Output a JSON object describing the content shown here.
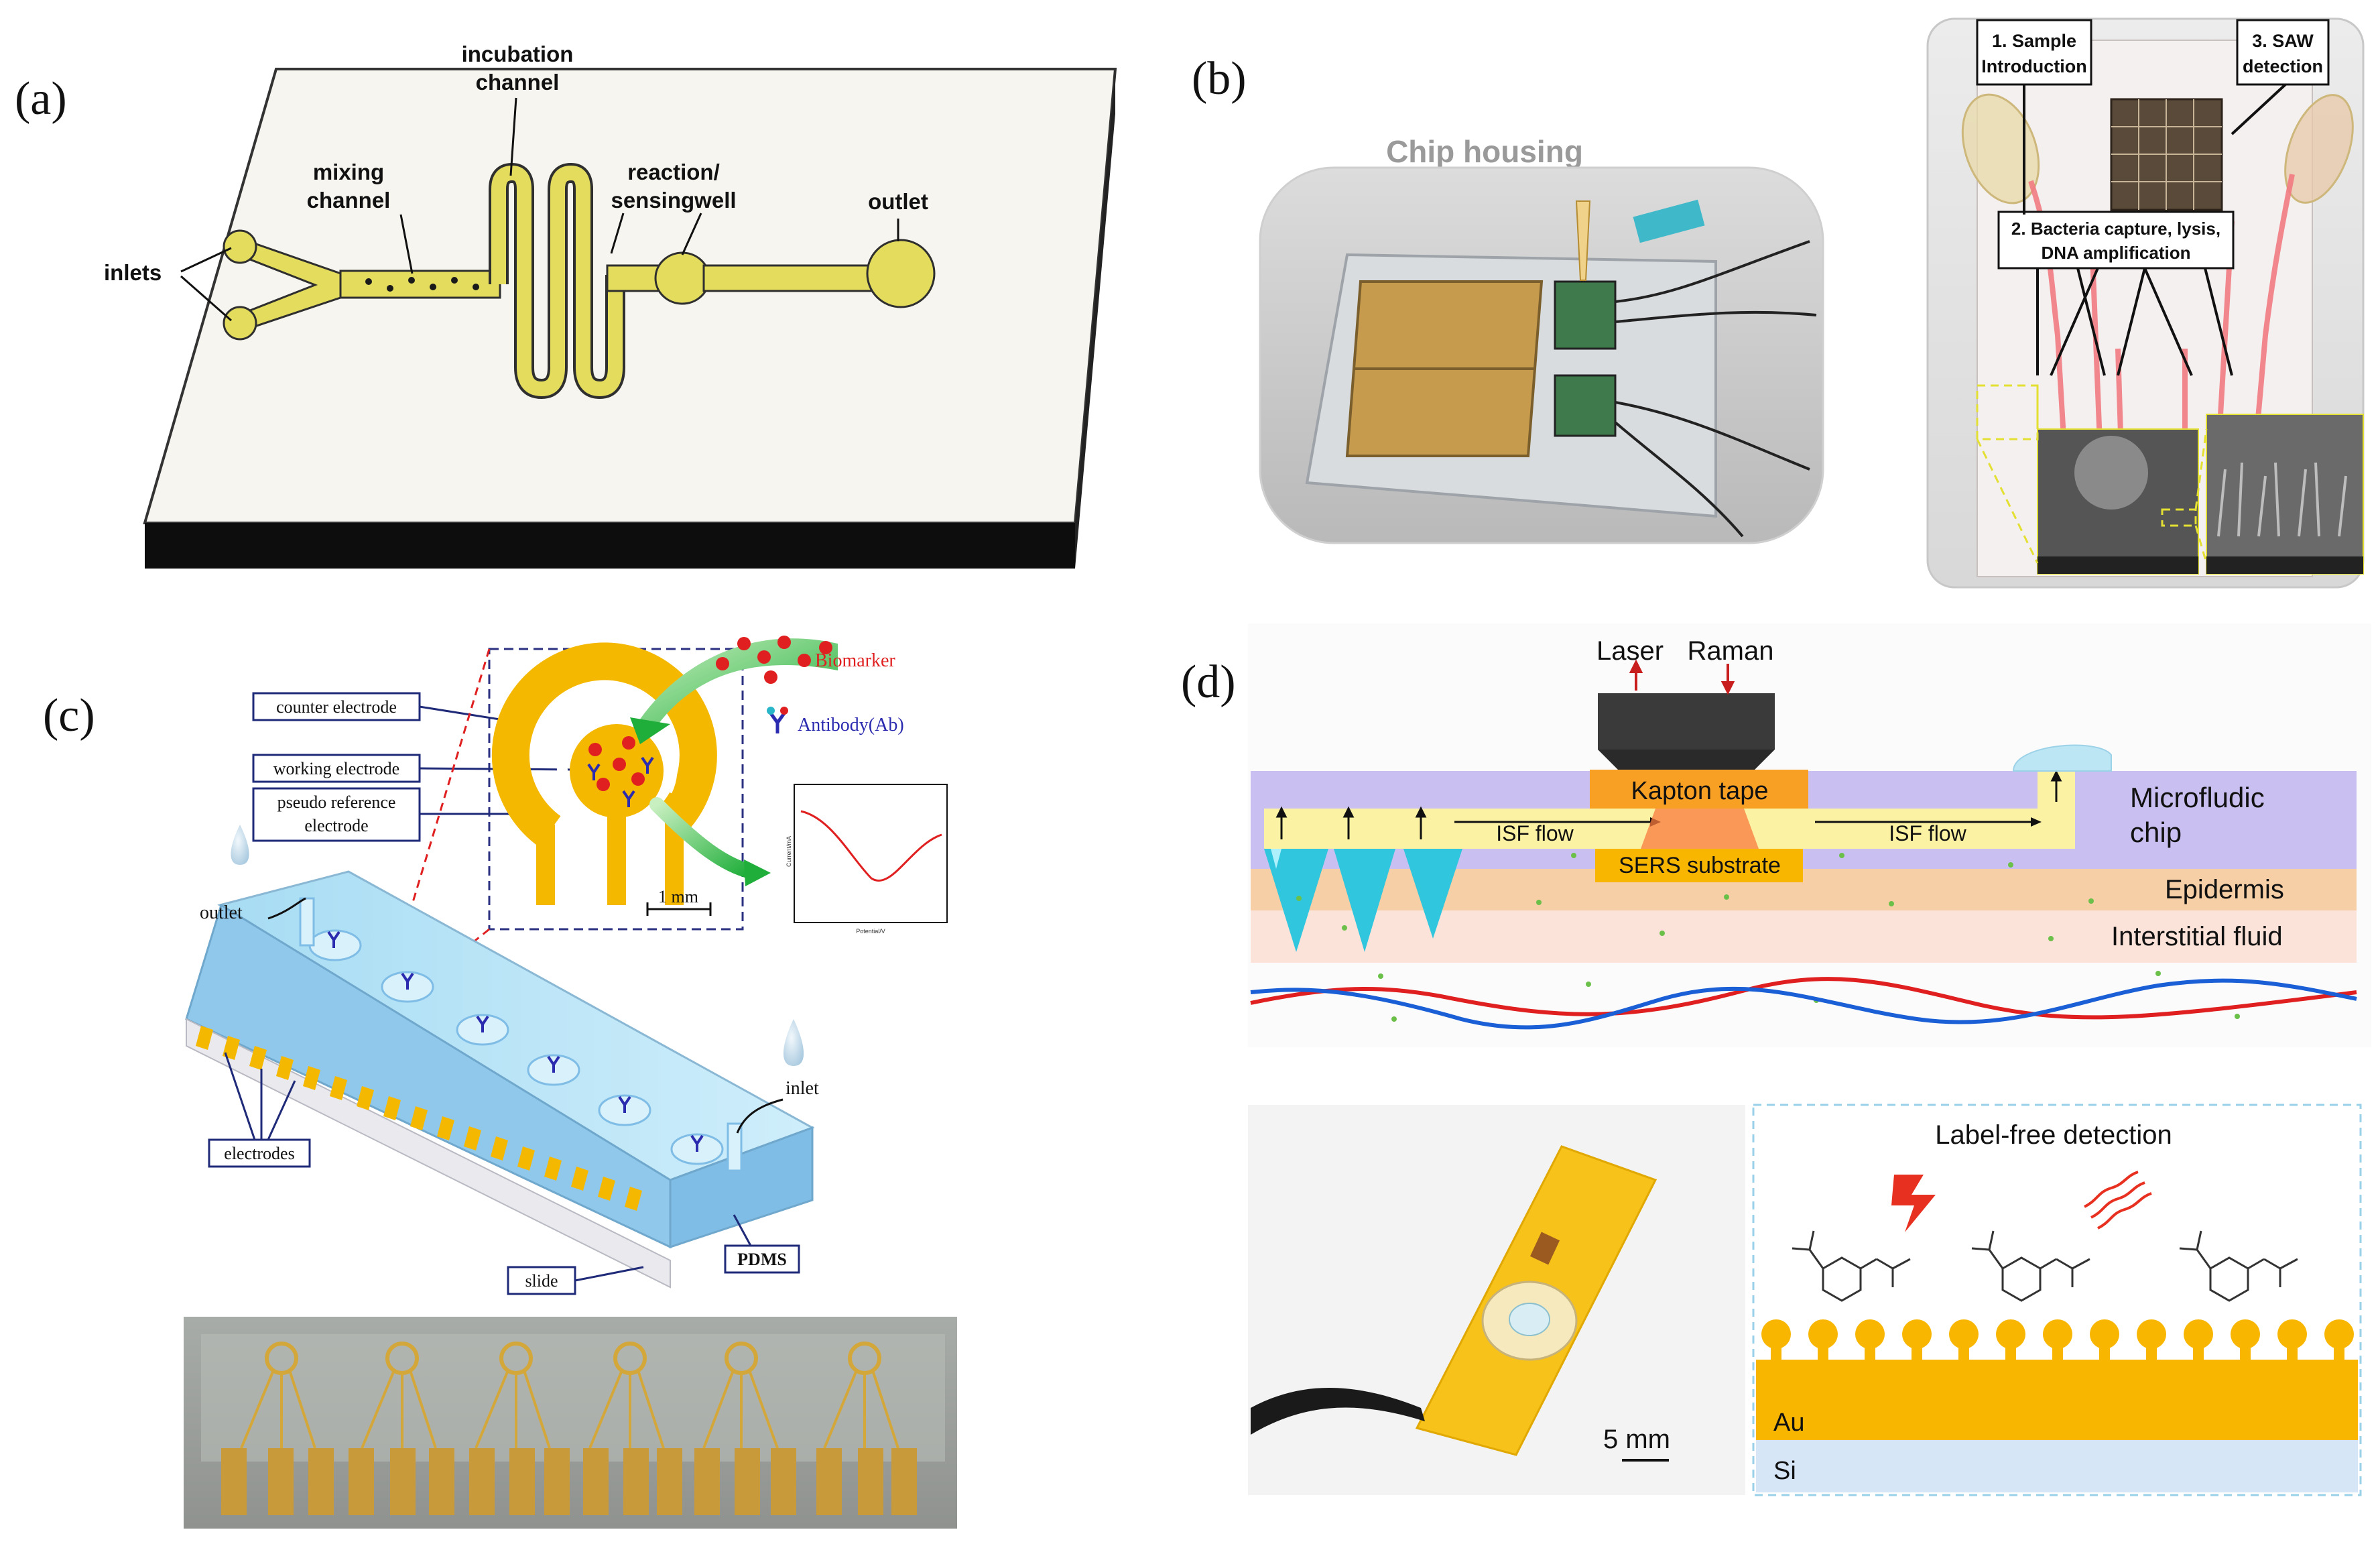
{
  "panels": {
    "a": {
      "letter": "(a)",
      "labels": {
        "inlets": "inlets",
        "mixing1": "mixing",
        "mixing2": "channel",
        "incubation1": "incubation",
        "incubation2": "channel",
        "reaction1": "reaction/",
        "reaction2": "sensingwell",
        "outlet": "outlet"
      }
    },
    "b": {
      "letter": "(b)",
      "housing": "Chip housing",
      "box1": [
        "1. Sample",
        "Introduction"
      ],
      "box3": [
        "3. SAW",
        "detection"
      ],
      "box2": [
        "2. Bacteria capture, lysis,",
        "DNA amplification"
      ]
    },
    "c": {
      "letter": "(c)",
      "counter": "counter electrode",
      "working": "working electrode",
      "pseudo1": "pseudo reference",
      "pseudo2": "electrode",
      "biomarker": "Biomarker",
      "antibody": "Antibody(Ab)",
      "scale": "1 mm",
      "outlet": "outlet",
      "inlet": "inlet",
      "electrodes": "electrodes",
      "slide": "slide",
      "pdms": "PDMS",
      "plot_ylabel": "Current/mA",
      "plot_xlabel": "Potential/V"
    },
    "d": {
      "letter": "(d)",
      "laser": "Laser",
      "raman": "Raman",
      "kapton": "Kapton tape",
      "isf_left": "ISF flow",
      "isf_right": "ISF flow",
      "sers": "SERS substrate",
      "micro1": "Microfludic",
      "micro2": "chip",
      "epidermis": "Epidermis",
      "interstitial": "Interstitial fluid",
      "scale": "5 mm",
      "labelfree": "Label-free detection",
      "au": "Au",
      "si": "Si"
    }
  },
  "colors": {
    "chip_yellow": "#e3dc5c",
    "gold": "#f5b800",
    "microfluidic_purple": "#c9bff0",
    "epidermis_orange": "#f7cfa6",
    "interstitial_pink": "#fbe3d9",
    "vessel_red": "#e02020",
    "vessel_blue": "#1a5fd6",
    "box_navy": "#1f2a78",
    "biomarker_red": "#e02020",
    "antibody_blue": "#2b2bb0"
  }
}
